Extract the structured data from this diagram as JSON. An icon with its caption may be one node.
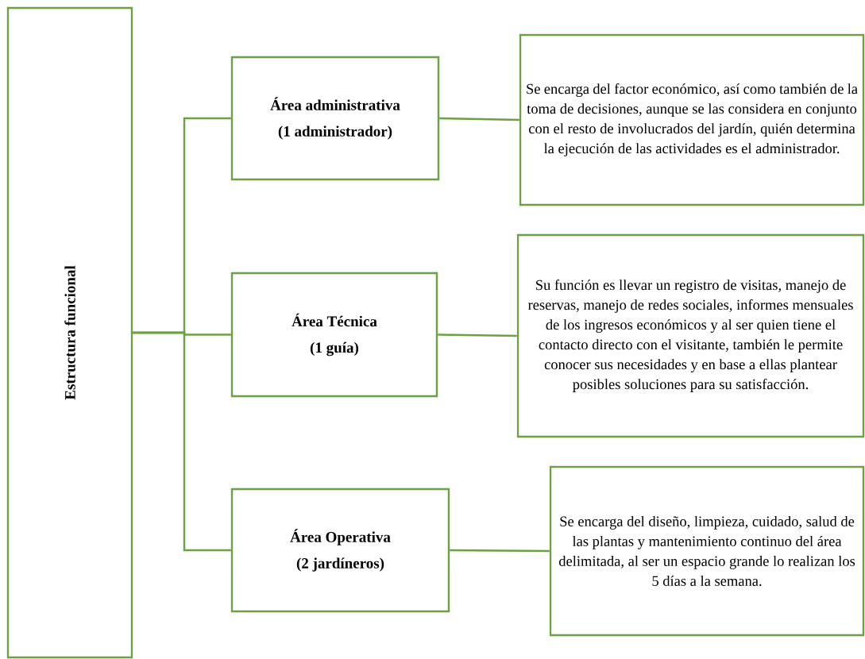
{
  "diagram": {
    "nodes": [
      {
        "text": [
          "Estructura funcional"
        ]
      },
      {
        "text": [
          "Área administrativa",
          "(1 administrador)"
        ]
      },
      {
        "text": [
          "Área Técnica",
          "(1 guía)"
        ]
      },
      {
        "text": [
          "Área Operativa",
          "(2 jardíneros)"
        ]
      },
      {
        "text": [
          "Se encarga del factor económico, así como también de la toma de decisiones, aunque se las considera en conjunto con el resto de involucrados del jardín, quién determina la ejecución de las actividades es el administrador."
        ]
      },
      {
        "text": [
          "Su función es llevar un registro de visitas, manejo de reservas, manejo de redes sociales, informes mensuales de los ingresos económicos y al ser quien tiene el contacto directo con el visitante, también le permite conocer sus necesidades y en base a ellas plantear posibles soluciones para su satisfacción."
        ]
      },
      {
        "text": [
          "Se encarga del diseño, limpieza, cuidado, salud de las plantas y mantenimiento continuo del área delimitada, al ser un espacio grande lo realizan los 5 días a la semana."
        ]
      }
    ],
    "edges": [
      {
        "from": 0,
        "to": 1,
        "arrow": "none"
      },
      {
        "from": 0,
        "to": 2,
        "arrow": "none"
      },
      {
        "from": 0,
        "to": 3,
        "arrow": "none"
      },
      {
        "from": 1,
        "to": 4,
        "arrow": "none"
      },
      {
        "from": 2,
        "to": 5,
        "arrow": "none"
      },
      {
        "from": 3,
        "to": 6,
        "arrow": "none"
      }
    ]
  }
}
